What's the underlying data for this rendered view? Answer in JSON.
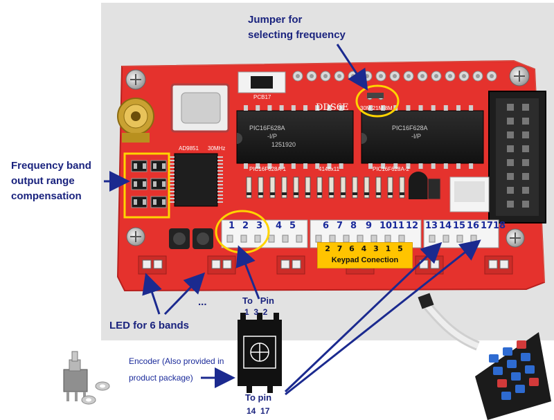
{
  "title_jumper": [
    "Jumper for",
    "selecting frequency"
  ],
  "title_freq_band": [
    "Frequency band",
    "output range",
    "compensation"
  ],
  "label_led": "LED for 6 bands",
  "label_dots": "...",
  "label_to_pin_top": "To   Pin",
  "label_to_pin_nums_top": "1  3  2",
  "label_to_pin_bottom": "To pin",
  "label_to_pin_nums_bottom": "14  17",
  "encoder_caption": [
    "Encoder (Also provided in",
    "product package)"
  ],
  "keypad": {
    "numbers": "2 7 6 4 3 1 5",
    "caption": "Keypad Conection"
  },
  "pins": [
    "1",
    "2",
    "3",
    "4",
    "5",
    "6",
    "7",
    "8",
    "9",
    "10",
    "11",
    "12",
    "13",
    "14",
    "15",
    "16",
    "17",
    "18"
  ],
  "board_text": {
    "dds": "DDS6E",
    "pcb": "PCB17",
    "chip": "PIC16F628A",
    "chip_sub": "-I/P",
    "chip_code": "1251920",
    "ad": "AD9851",
    "mhz": "30MHz",
    "pic1": "PIC16F628A-1",
    "pic2": "PIC16F628A-2",
    "diode": "4148x11",
    "jumper_marks": "30M  21M  8M"
  },
  "colors": {
    "board": "#e5322d",
    "board_dark": "#b8201e",
    "label_blue": "#1a237e",
    "highlight_yellow": "#ffd400",
    "keypad_bg": "#ffc400",
    "arrow": "#1b2a8f"
  }
}
